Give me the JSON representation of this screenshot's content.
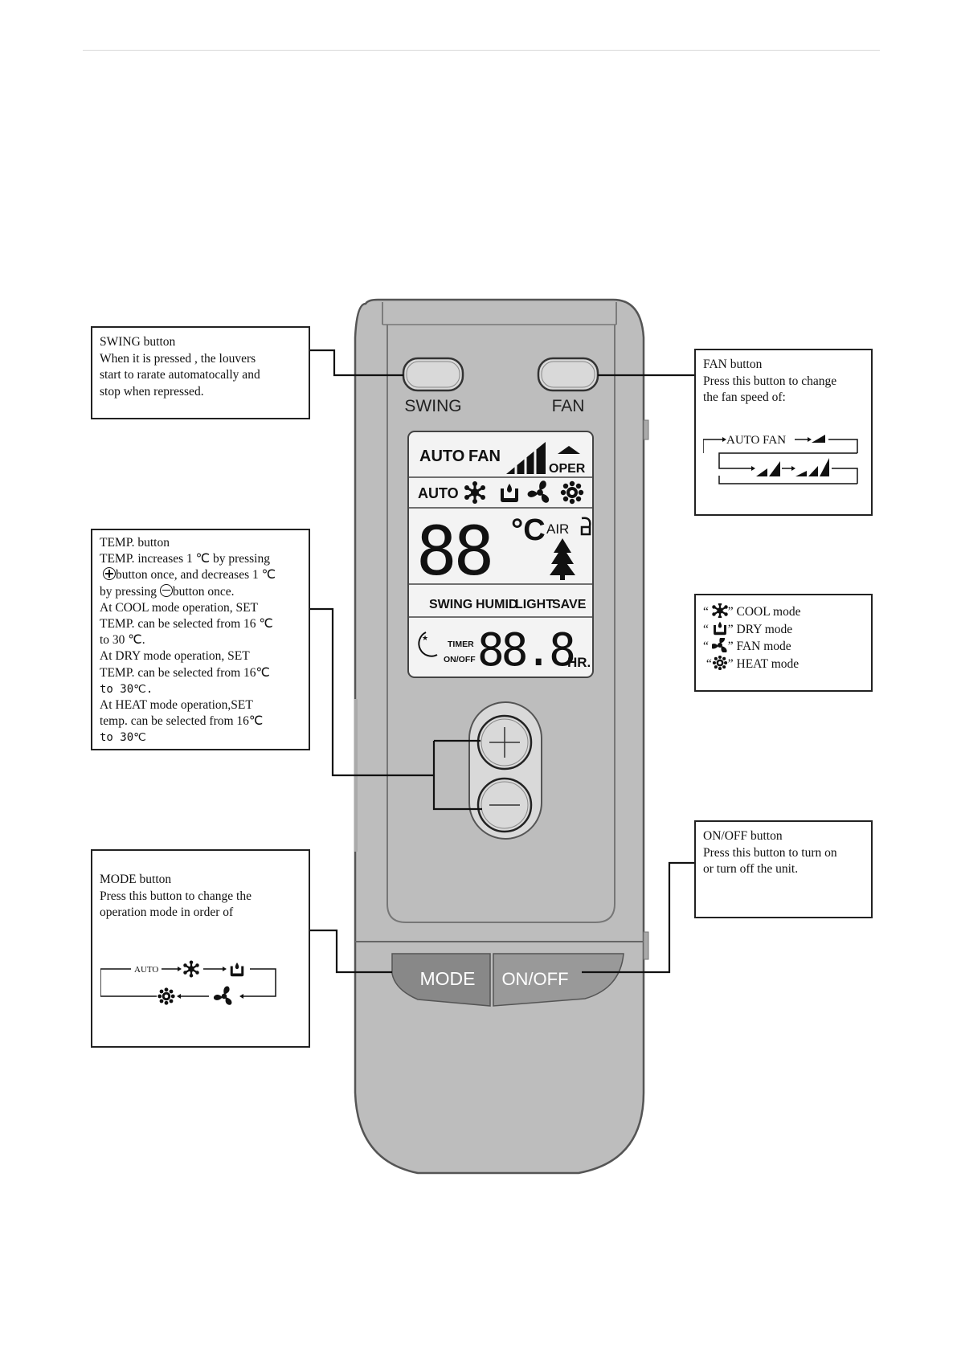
{
  "callouts": {
    "swing": {
      "title": "SWING button",
      "lines": [
        "When  it  is pressed , the louvers",
        "start to rarate automatocally and",
        "stop when repressed."
      ]
    },
    "fan": {
      "title": "FAN button",
      "lines": [
        "Press this button to change",
        "the fan speed of:"
      ],
      "cycle_label": "AUTO FAN"
    },
    "temp": {
      "title": "TEMP. button",
      "lines": [
        "TEMP. increases 1  ℃  by pressing",
        "button once, and decreases 1  ℃",
        "by pressing",
        "button once.",
        "At COOL mode operation, SET",
        "TEMP. can be selected from 16   ℃",
        "to 30  ℃.",
        "At DRY mode operation, SET",
        "TEMP. can be selected from 16℃",
        "to 30℃.",
        "At HEAT mode operation,SET",
        "temp. can be selected from 16℃",
        "to 30℃"
      ]
    },
    "modes_legend": {
      "items": [
        {
          "icon": "snowflake-icon",
          "label": "” COOL mode"
        },
        {
          "icon": "dry-icon",
          "label": "” DRY mode"
        },
        {
          "icon": "fan-icon",
          "label": "” FAN mode"
        },
        {
          "icon": "sun-icon",
          "label": "” HEAT mode"
        }
      ],
      "open_quote": "“"
    },
    "onoff": {
      "title": "ON/OFF button",
      "lines": [
        "Press this button to turn on",
        "or turn off the unit."
      ]
    },
    "mode": {
      "title": "MODE button",
      "lines": [
        "Press this button to change the",
        "operation mode in order of"
      ],
      "cycle_label": "AUTO"
    }
  },
  "remote": {
    "buttons": {
      "swing": "SWING",
      "fan": "FAN",
      "mode": "MODE",
      "onoff": "ON/OFF"
    },
    "lcd": {
      "row1": {
        "auto": "AUTO",
        "fan": "FAN",
        "oper": "OPER"
      },
      "row2": {
        "auto": "AUTO"
      },
      "temp": "88",
      "unit": "°C",
      "air": "AIR",
      "row4": {
        "swing": "SWING",
        "humid": "HUMID",
        "light": "LIGHT",
        "save": "SAVE"
      },
      "timer": "TIMER",
      "onoff": "ON/OFF",
      "hours": "88.8",
      "hr": "HR."
    }
  }
}
